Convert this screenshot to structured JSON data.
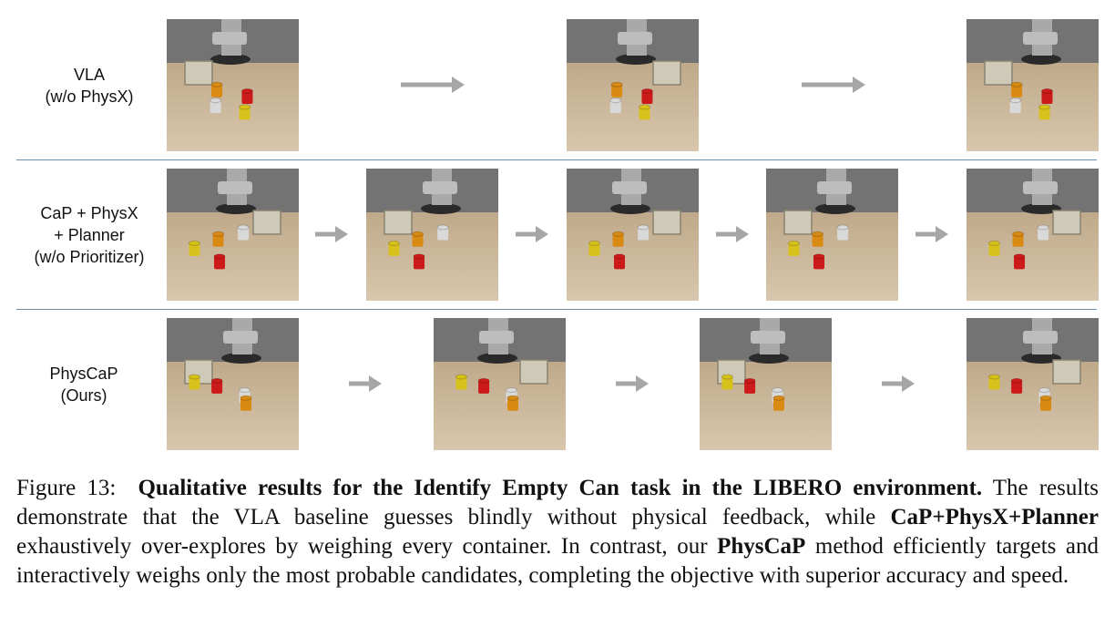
{
  "rows": [
    {
      "label_lines": [
        "VLA",
        "(w/o PhysX)"
      ]
    },
    {
      "label_lines": [
        "CaP + PhysX",
        "+ Planner",
        "(w/o Prioritizer)"
      ]
    },
    {
      "label_lines": [
        "PhysCaP",
        "(Ours)"
      ]
    }
  ],
  "caption": {
    "figure_label": "Figure 13:",
    "title": "Qualitative results for the Identify Empty Can task in the LIBERO environment.",
    "sentence1": "The results demonstrate that the VLA baseline guesses blindly without physical feedback, while",
    "method_baseline": "CaP+PhysX+Planner",
    "sentence2": "exhaustively over-explores by weighing every container.  In contrast, our",
    "method_ours": "PhysCaP",
    "sentence3": "method efficiently targets and interactively weighs only the most probable candidates, completing the objective with superior accuracy and speed."
  },
  "colors": {
    "separator": "#6e8fb0",
    "arrow": "#a6a6a6",
    "floor": "#cdb89a",
    "wall": "#737373",
    "robot": "#a9a9a9",
    "can_yellow": "#d6c21a",
    "can_orange": "#d98a12",
    "can_red": "#cc1a1a",
    "can_white": "#d9d9d9"
  },
  "icons": {
    "arrow": "right-arrow-icon",
    "scene": "robot-tabletop-scene-image"
  }
}
